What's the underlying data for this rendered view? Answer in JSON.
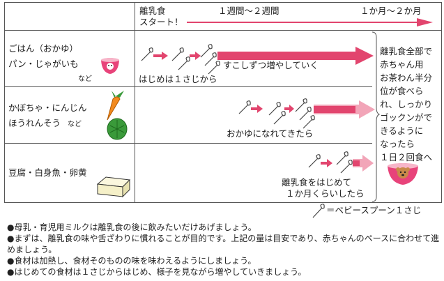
{
  "header": {
    "start_line1": "離乳食",
    "start_line2": "スタート！",
    "week_label": "１週間〜２週間",
    "month_label": "１か月〜２か月"
  },
  "rows": [
    {
      "food_line1": "ごはん（おかゆ）",
      "food_line2": "パン・じゃがいも",
      "etc": "など",
      "note": "すこしずつ増やしていく",
      "start_note": "はじめは１さじから"
    },
    {
      "food_line1": "かぼちゃ・にんじん",
      "food_line2": "ほうれんそう",
      "etc": "など",
      "note": "おかゆになれてきたら"
    },
    {
      "food_line1": "豆腐・白身魚・卵黄",
      "note_line1": "離乳食をはじめて",
      "note_line2": "１か月くらいしたら"
    }
  ],
  "summary": [
    "離乳食全部で",
    "赤ちゃん用",
    "お茶わん半分",
    "位が食べら",
    "れ、しっかり",
    "ゴックンがで",
    "きるように",
    "なったら",
    "１日２回食へ"
  ],
  "legend": "＝ベビースプーン１さじ",
  "notes": [
    "●母乳・育児用ミルクは離乳食の後に飲みたいだけあげましょう。",
    "●まずは、離乳食の味や舌ざわりに慣れることが目的です。上記の量は目安であり、赤ちゃんのペースに合わせて進めましょう。",
    "●食材は加熱し、食材そのものの味を味わえるようにしましょう。",
    "●はじめての食材は１さじからはじめ、様子を見ながら増やしていきましょう。"
  ],
  "colors": {
    "arrow": "#e2456e",
    "arrow_light": "#f2a5b8",
    "bowl": "#e8437a",
    "carrot": "#f28a1e",
    "greens": "#3a9a3a",
    "tofu": "#f5f0c8"
  }
}
